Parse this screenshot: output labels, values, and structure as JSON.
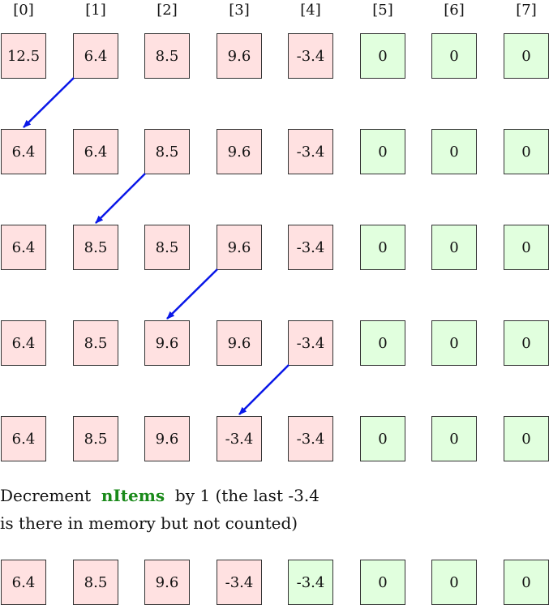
{
  "indices": [
    "[0]",
    "[1]",
    "[2]",
    "[3]",
    "[4]",
    "[5]",
    "[6]",
    "[7]"
  ],
  "rows": [
    {
      "values": [
        "12.5",
        "6.4",
        "8.5",
        "9.6",
        "-3.4",
        "0",
        "0",
        "0"
      ],
      "used_count": 5
    },
    {
      "values": [
        "6.4",
        "6.4",
        "8.5",
        "9.6",
        "-3.4",
        "0",
        "0",
        "0"
      ],
      "used_count": 5
    },
    {
      "values": [
        "6.4",
        "8.5",
        "8.5",
        "9.6",
        "-3.4",
        "0",
        "0",
        "0"
      ],
      "used_count": 5
    },
    {
      "values": [
        "6.4",
        "8.5",
        "9.6",
        "9.6",
        "-3.4",
        "0",
        "0",
        "0"
      ],
      "used_count": 5
    },
    {
      "values": [
        "6.4",
        "8.5",
        "9.6",
        "-3.4",
        "-3.4",
        "0",
        "0",
        "0"
      ],
      "used_count": 5
    },
    {
      "values": [
        "6.4",
        "8.5",
        "9.6",
        "-3.4",
        "-3.4",
        "0",
        "0",
        "0"
      ],
      "used_count": 4
    }
  ],
  "shifts": [
    {
      "from_row": 0,
      "from_col": 1,
      "to_row": 1,
      "to_col": 0
    },
    {
      "from_row": 1,
      "from_col": 2,
      "to_row": 2,
      "to_col": 1
    },
    {
      "from_row": 2,
      "from_col": 3,
      "to_row": 3,
      "to_col": 2
    },
    {
      "from_row": 3,
      "from_col": 4,
      "to_row": 4,
      "to_col": 3
    }
  ],
  "caption": {
    "before": "Decrement",
    "keyword": "nItems",
    "after": "by 1 (the last -3.4",
    "line2": "is there in memory but not counted)"
  },
  "colors": {
    "used": "#ffe1e1",
    "free": "#e1ffde",
    "arrow": "#0a18e8",
    "keyword": "#1a8a1a"
  }
}
